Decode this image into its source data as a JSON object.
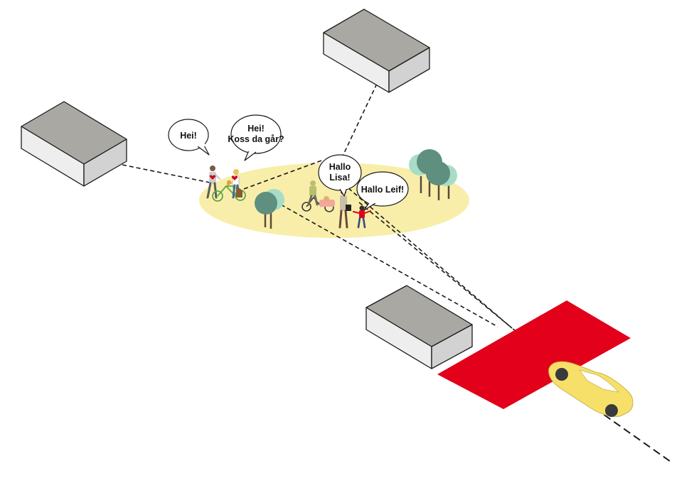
{
  "speech_bubbles": {
    "hei": "Hei!",
    "koss_line1": "Hei!",
    "koss_line2": "Koss da går?",
    "lisa_line1": "Hallo",
    "lisa_line2": "Lisa!",
    "leif": "Hallo Leif!"
  },
  "colors": {
    "background": "#ffffff",
    "plaza": "#f8eeaa",
    "building_top": "#a9a8a3",
    "building_side_light": "#eeeeee",
    "building_side_dark": "#d2d2d2",
    "outline": "#1a1a1a",
    "red_zone": "#e2001a",
    "car": "#f7e06a",
    "tree_dark": "#5f8f7e",
    "tree_light": "#a9dcc6",
    "tree_trunk": "#5a4a3a",
    "heart": "#d6001c"
  }
}
